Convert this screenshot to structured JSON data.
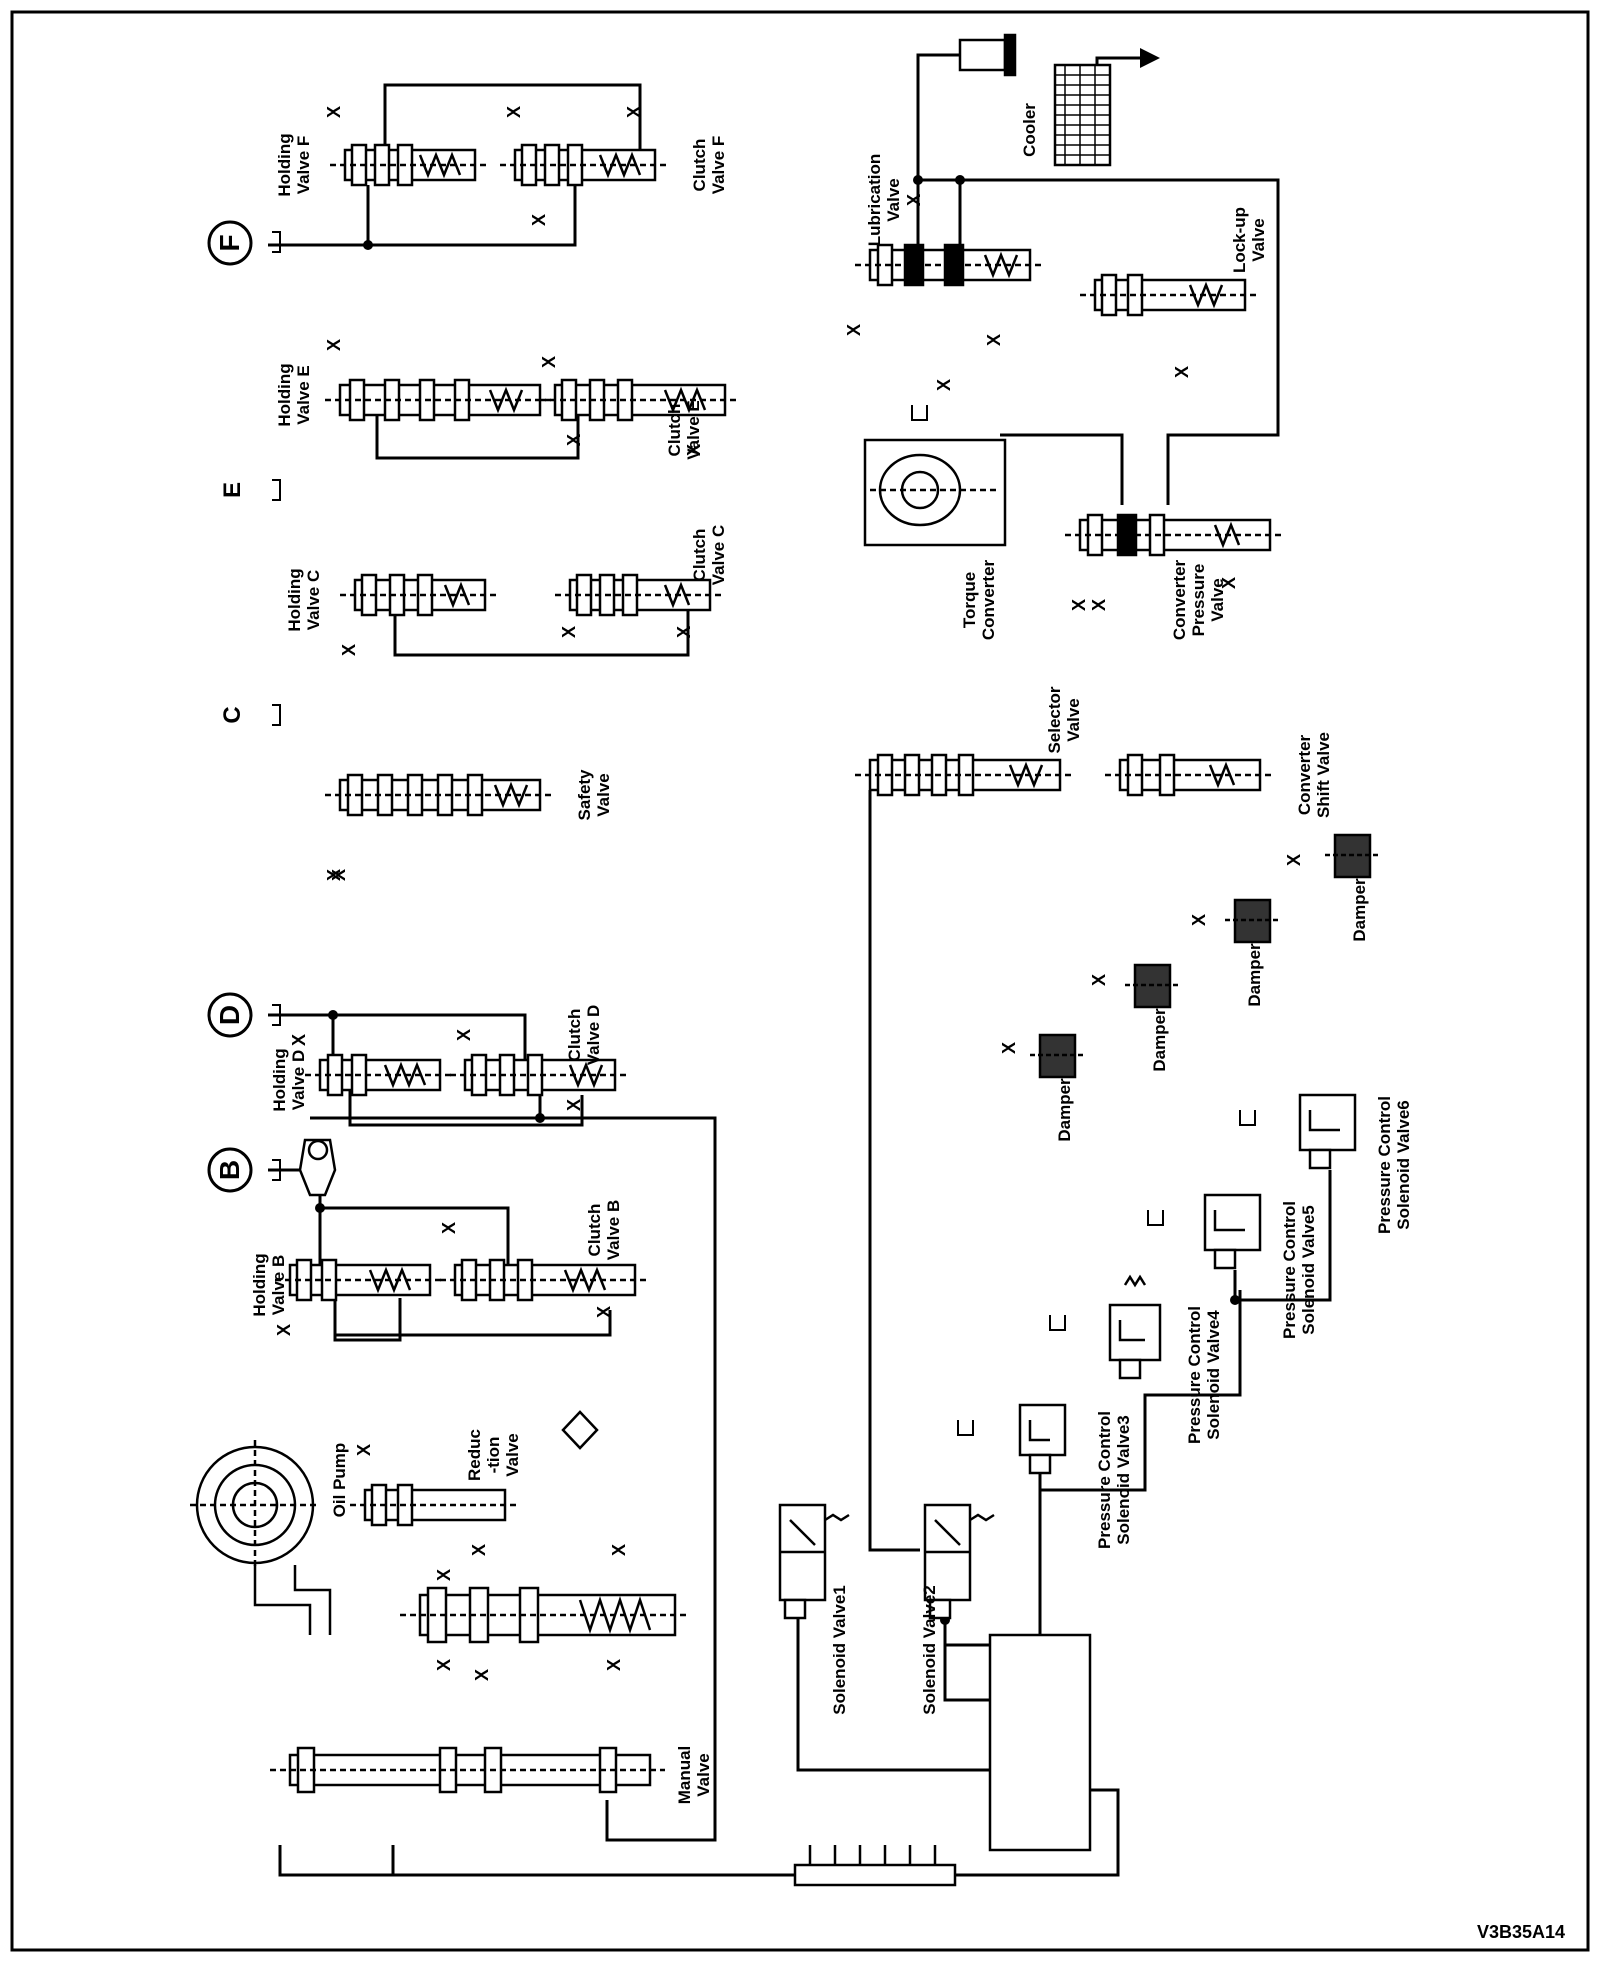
{
  "figure_code": "V3B35A14",
  "markers": {
    "b": "B",
    "c": "C",
    "d": "D",
    "e": "E",
    "f": "F"
  },
  "labels": {
    "holding_valve_f": [
      "Holding",
      "Valve F"
    ],
    "clutch_valve_f": [
      "Clutch",
      "Valve F"
    ],
    "holding_valve_e": [
      "Holding",
      "Valve E"
    ],
    "clutch_valve_e": [
      "Clutch",
      "Valve E"
    ],
    "holding_valve_c": [
      "Holding",
      "Valve C"
    ],
    "clutch_valve_c": [
      "Clutch",
      "Valve C"
    ],
    "safety_valve": [
      "Safety",
      "Valve"
    ],
    "holding_valve_d": [
      "Holding",
      "Valve D"
    ],
    "clutch_valve_d": [
      "Clutch",
      "Valve D"
    ],
    "holding_valve_b": [
      "Holding",
      "Valve B"
    ],
    "clutch_valve_b": [
      "Clutch",
      "Valve B"
    ],
    "oil_pump": [
      "Oil Pump"
    ],
    "reduction_valve": [
      "Reduc",
      "-tion",
      "Valve"
    ],
    "manual_valve": [
      "Manual",
      "Valve"
    ],
    "lubrication_valve": [
      "Lubrication",
      "Valve"
    ],
    "cooler": [
      "Cooler"
    ],
    "lockup_valve": [
      "Lock-up",
      "Valve"
    ],
    "torque_converter": [
      "Torque",
      "Converter"
    ],
    "converter_pressure_valve": [
      "Converter",
      "Pressure",
      "Valve"
    ],
    "selector_valve": [
      "Selector",
      "Valve"
    ],
    "converter_shift_valve": [
      "Converter",
      "Shift Valve"
    ],
    "damper_1": [
      "Damper"
    ],
    "damper_2": [
      "Damper"
    ],
    "damper_3": [
      "Damper"
    ],
    "damper_4": [
      "Damper"
    ],
    "solenoid_valve_1": [
      "Solenoid Valve1"
    ],
    "solenoid_valve_2": [
      "Solenoid Valve2"
    ],
    "pressure_control_solenoid_valve_3": [
      "Pressure Control",
      "Solenoid Valve3"
    ],
    "pressure_control_solenoid_valve_4": [
      "Pressure Control",
      "Solenoid Valve4"
    ],
    "pressure_control_solenoid_valve_5": [
      "Pressure Control",
      "Solenoid Valve5"
    ],
    "pressure_control_solenoid_valve_6": [
      "Pressure Control",
      "Solenoid Valve6"
    ]
  },
  "exhaust_mark": "X"
}
